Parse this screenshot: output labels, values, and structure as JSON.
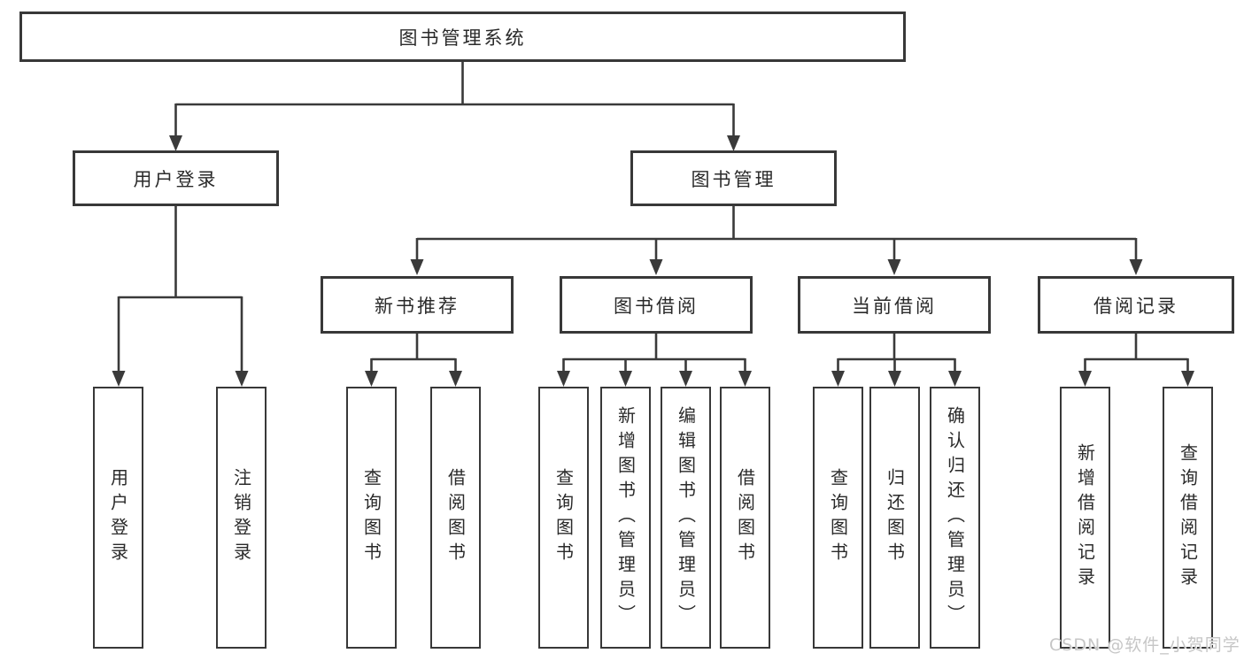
{
  "diagram": {
    "type": "hierarchy-tree",
    "title": "图书管理系统",
    "hierarchy": {
      "图书管理系统": {
        "用户登录": [
          "用户登录",
          "注销登录"
        ],
        "图书管理": {
          "新书推荐": [
            "查询图书",
            "借阅图书"
          ],
          "图书借阅": [
            "查询图书",
            "新增图书（管理员）",
            "编辑图书（管理员）",
            "借阅图书"
          ],
          "当前借阅": [
            "查询图书",
            "归还图书",
            "确认归还（管理员）"
          ],
          "借阅记录": [
            "新增借阅记录",
            "查询借阅记录"
          ]
        }
      }
    }
  },
  "nodes": {
    "root": {
      "label": "图书管理系统"
    },
    "user_login": {
      "label": "用户登录"
    },
    "book_mgmt": {
      "label": "图书管理"
    },
    "new_book_rec": {
      "label": "新书推荐"
    },
    "book_borrow": {
      "label": "图书借阅"
    },
    "current_borrow": {
      "label": "当前借阅"
    },
    "borrow_record": {
      "label": "借阅记录"
    },
    "leaf_user_login": {
      "label": "用户登录"
    },
    "leaf_logout": {
      "label": "注销登录"
    },
    "leaf_query_book_rec": {
      "label": "查询图书"
    },
    "leaf_borrow_book_rec": {
      "label": "借阅图书"
    },
    "leaf_query_book_borrow": {
      "label": "查询图书"
    },
    "leaf_add_book": {
      "label": "新增图书（管理员）"
    },
    "leaf_edit_book": {
      "label": "编辑图书（管理员）"
    },
    "leaf_borrow_book": {
      "label": "借阅图书"
    },
    "leaf_query_book_current": {
      "label": "查询图书"
    },
    "leaf_return_book": {
      "label": "归还图书"
    },
    "leaf_confirm_return": {
      "label": "确认归还（管理员）"
    },
    "leaf_add_borrow_record": {
      "label": "新增借阅记录"
    },
    "leaf_query_borrow_record": {
      "label": "查询借阅记录"
    }
  },
  "watermark": {
    "text": "CSDN @软件_小贺同学"
  },
  "colors": {
    "line": "#3a3a3a",
    "box_border": "#383838",
    "text": "#2a2a2a",
    "watermark": "#c6c6c6",
    "background": "#ffffff"
  }
}
